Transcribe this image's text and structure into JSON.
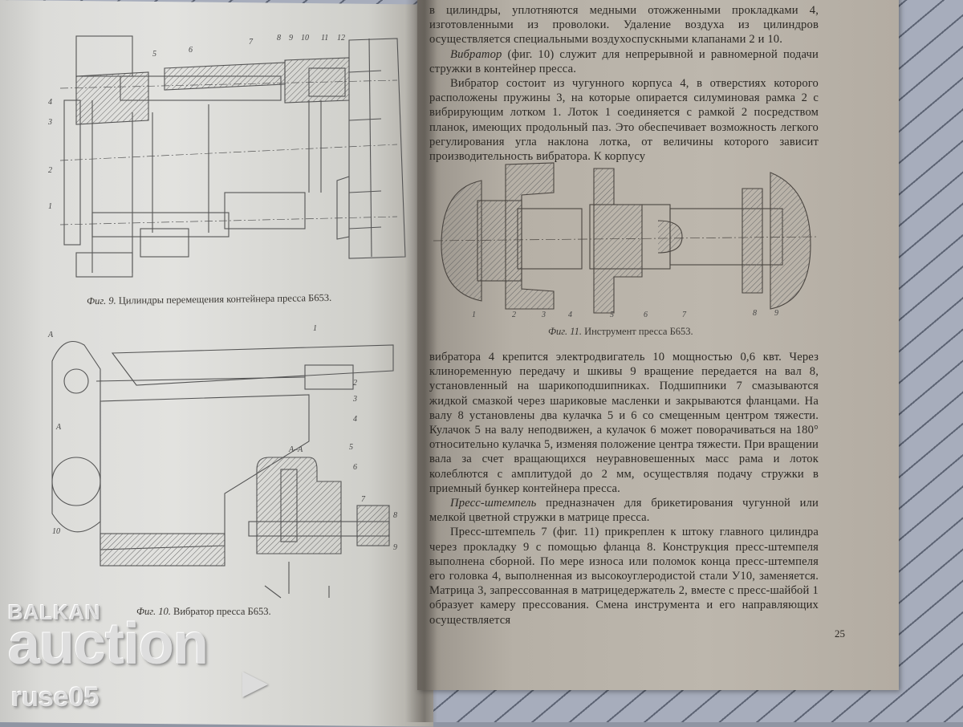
{
  "book": {
    "page_number": "25",
    "figures": [
      {
        "id": "fig9",
        "caption_prefix": "Фиг. 9.",
        "caption_text": "Цилиндры перемещения контейнера пресса Б653.",
        "part_labels": [
          "1",
          "2",
          "3",
          "4",
          "5",
          "6",
          "7",
          "8",
          "9",
          "10",
          "11",
          "12"
        ]
      },
      {
        "id": "fig10",
        "caption_prefix": "Фиг. 10.",
        "caption_text": "Вибратор пресса Б653.",
        "section_label": "А–А",
        "part_labels": [
          "1",
          "2",
          "3",
          "4",
          "5",
          "6",
          "7",
          "8",
          "9",
          "10"
        ]
      },
      {
        "id": "fig11",
        "caption_prefix": "Фиг. 11.",
        "caption_text": "Инструмент пресса Б653.",
        "part_labels": [
          "1",
          "2",
          "3",
          "4",
          "5",
          "6",
          "7",
          "8",
          "9"
        ]
      }
    ],
    "paragraphs": [
      {
        "id": "p1",
        "indent": false,
        "lead_italic": "",
        "text": "в цилиндры, уплотняются медными отожженными прокладками 4, изготовленными из проволоки. Удаление воздуха из цилиндров осуществляется специальными воздухоспускными клапанами 2 и 10."
      },
      {
        "id": "p2",
        "indent": true,
        "lead_italic": "Вибратор",
        "text": " (фиг. 10) служит для непрерывной и равномерной подачи стружки в контейнер пресса."
      },
      {
        "id": "p3",
        "indent": true,
        "lead_italic": "",
        "text": "Вибратор состоит из чугунного корпуса 4, в отверстиях которого расположены пружины 3, на которые опирается силуминовая рамка 2 с вибрирующим лотком 1. Лоток 1 соединяется с рамкой 2 посредством планок, имеющих продольный паз. Это обеспечивает возможность легкого регулирования угла наклона лотка, от величины которого зависит производительность вибратора. К корпусу"
      },
      {
        "id": "p4",
        "indent": false,
        "lead_italic": "",
        "text": "вибратора 4 крепится электродвигатель 10 мощностью 0,6 квт. Через клиноременную передачу и шкивы 9 вращение передается на вал 8, установленный на шарикоподшипниках. Подшипники 7 смазываются жидкой смазкой через шариковые масленки и закрываются фланцами. На валу 8 установлены два кулачка 5 и 6 со смещенным центром тяжести. Кулачок 5 на валу неподвижен, а кулачок 6 может поворачиваться на 180° относительно кулачка 5, изменяя положение центра тяжести. При вращении вала за счет вращающихся неуравновешенных масс рама и лоток колеблются с амплитудой до 2 мм, осуществляя подачу стружки в приемный бункер контейнера пресса."
      },
      {
        "id": "p5",
        "indent": true,
        "lead_italic": "Пресс-штемпель",
        "text": " предназначен для брикетирования чугунной или мелкой цветной стружки в матрице пресса."
      },
      {
        "id": "p6",
        "indent": true,
        "lead_italic": "",
        "text": "Пресс-штемпель 7 (фиг. 11) прикреплен к штоку главного цилиндра через прокладку 9 с помощью фланца 8. Конструкция пресс-штемпеля выполнена сборной. По мере износа или поломок конца пресс-штемпеля его головка 4, выполненная из высокоуглеродистой стали У10, заменяется. Матрица 3, запрессованная в матрицедержатель 2, вместе с пресс-шайбой 1 образует камеру прессования. Смена инструмента и его направляющих осуществляется"
      }
    ]
  },
  "watermark": {
    "brand_top": "BALKAN",
    "brand_main": "auction",
    "seller": "ruse05"
  },
  "colors": {
    "paper_left": "#e2e2df",
    "paper_right": "#bdb7ad",
    "ink": "#2b2824",
    "tablecloth": "#a7adbc"
  }
}
